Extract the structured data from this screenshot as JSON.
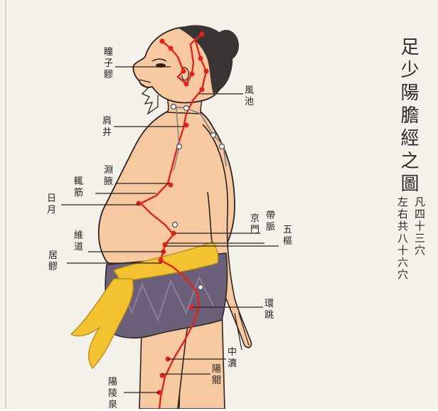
{
  "title": "足少陽膽經之圖",
  "note": {
    "line1": "凡四十三穴",
    "line2": "左右共八十六穴"
  },
  "points": [
    {
      "name": "瞳子髎",
      "lines": [
        "瞳",
        "子",
        "髎"
      ]
    },
    {
      "name": "風池",
      "lines": [
        "風",
        "池"
      ]
    },
    {
      "name": "肩井",
      "lines": [
        "肩",
        "井"
      ]
    },
    {
      "name": "淵腋",
      "lines": [
        "淵",
        "腋"
      ]
    },
    {
      "name": "輒筋",
      "lines": [
        "輒",
        "筋"
      ]
    },
    {
      "name": "日月",
      "lines": [
        "日",
        "月"
      ]
    },
    {
      "name": "京門",
      "lines": [
        "京",
        "門"
      ]
    },
    {
      "name": "帶脈",
      "lines": [
        "帶",
        "脈"
      ]
    },
    {
      "name": "五樞",
      "lines": [
        "五",
        "樞"
      ]
    },
    {
      "name": "維道",
      "lines": [
        "維",
        "道"
      ]
    },
    {
      "name": "居髎",
      "lines": [
        "居",
        "髎"
      ]
    },
    {
      "name": "環跳",
      "lines": [
        "環",
        "跳"
      ]
    },
    {
      "name": "中瀆",
      "lines": [
        "中",
        "瀆"
      ]
    },
    {
      "name": "陽關",
      "lines": [
        "陽",
        "關"
      ]
    },
    {
      "name": "陽陵泉",
      "lines": [
        "陽",
        "陵",
        "泉"
      ]
    }
  ],
  "colors": {
    "skin": "#f6c9a0",
    "skin_outline": "#2b2220",
    "meridian": "#e2231a",
    "sash": "#f2c230",
    "skirt": "#6c5f7a",
    "hair": "#3a3434"
  }
}
